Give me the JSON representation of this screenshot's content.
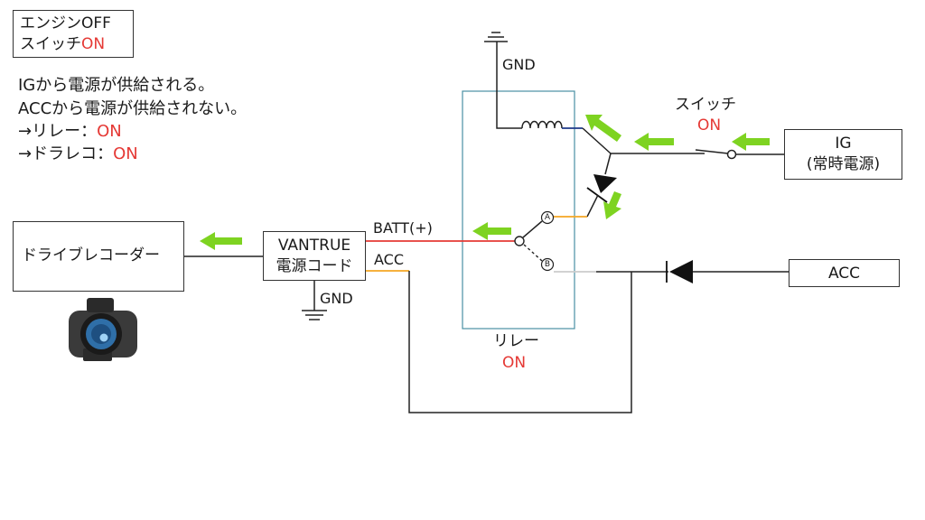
{
  "status_box": {
    "line1": "エンジンOFF",
    "line2_prefix": "スイッチ",
    "line2_state": "ON"
  },
  "explanation": {
    "line1": "IGから電源が供給される。",
    "line2": "ACCから電源が供給されない。",
    "line3_prefix": "→リレー：",
    "line3_state": "ON",
    "line4_prefix": "→ドラレコ：",
    "line4_state": "ON"
  },
  "recorder": {
    "label": "ドライブレコーダー",
    "icon": "dashcam-icon"
  },
  "power_cord": {
    "line1": "VANTRUE",
    "line2": "電源コード",
    "gnd": "GND"
  },
  "wires": {
    "batt": "BATT(+)",
    "acc": "ACC"
  },
  "relay": {
    "label": "リレー",
    "state": "ON",
    "gnd": "GND",
    "terminal_a": "A",
    "terminal_b": "B"
  },
  "switch": {
    "label": "スイッチ",
    "state": "ON"
  },
  "ig_source": {
    "line1": "IG",
    "line2": "(常時電源)"
  },
  "acc_source": {
    "label": "ACC"
  },
  "colors": {
    "arrow": "#7ed321",
    "state_on": "#e53935",
    "batt_wire": "#e53935",
    "acc_wire": "#f5a623",
    "coil_wire": "#1e3a8a",
    "relay_box": "#4a90a4",
    "b_wire": "#cccccc"
  }
}
